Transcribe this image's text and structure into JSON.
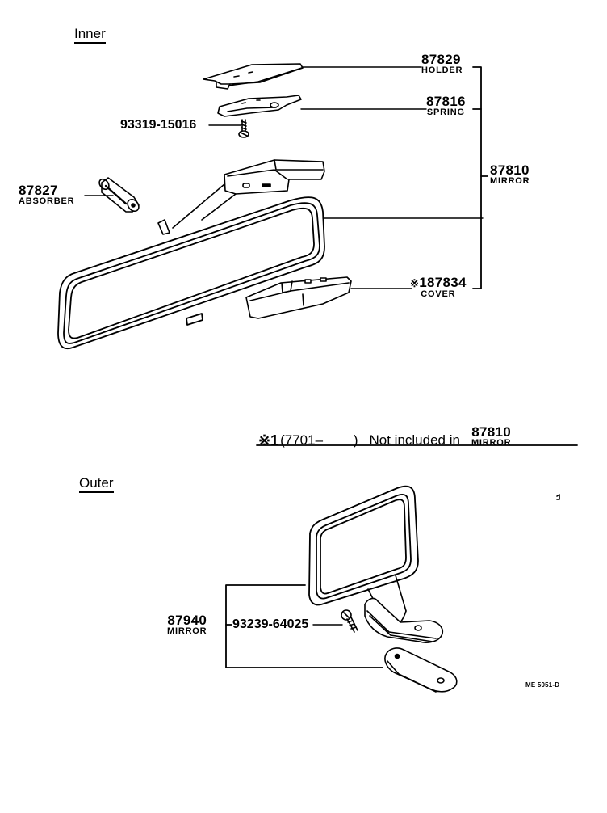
{
  "diagram": {
    "sections": [
      {
        "id": "inner",
        "title": "Inner"
      },
      {
        "id": "outer",
        "title": "Outer"
      }
    ],
    "inner": {
      "callouts": [
        {
          "part_no": "87829",
          "name": "HOLDER"
        },
        {
          "part_no": "87816",
          "name": "SPRING"
        },
        {
          "part_no": "93319-15016",
          "name": ""
        },
        {
          "part_no": "87827",
          "name": "ABSORBER"
        },
        {
          "part_no": "87810",
          "name": "MIRROR"
        },
        {
          "part_no": "187834",
          "prefix": "※",
          "name": "COVER"
        }
      ]
    },
    "footnote": {
      "symbol": "※1",
      "range": "(7701–        )",
      "text": "Not included in",
      "ref_part_no": "87810",
      "ref_name": "MIRROR"
    },
    "outer": {
      "callouts": [
        {
          "part_no": "87940",
          "name": "MIRROR"
        },
        {
          "part_no": "93239-64025",
          "name": ""
        }
      ]
    },
    "drawing_code": "ME 5051-D",
    "line_color": "#000000",
    "background": "#ffffff"
  }
}
